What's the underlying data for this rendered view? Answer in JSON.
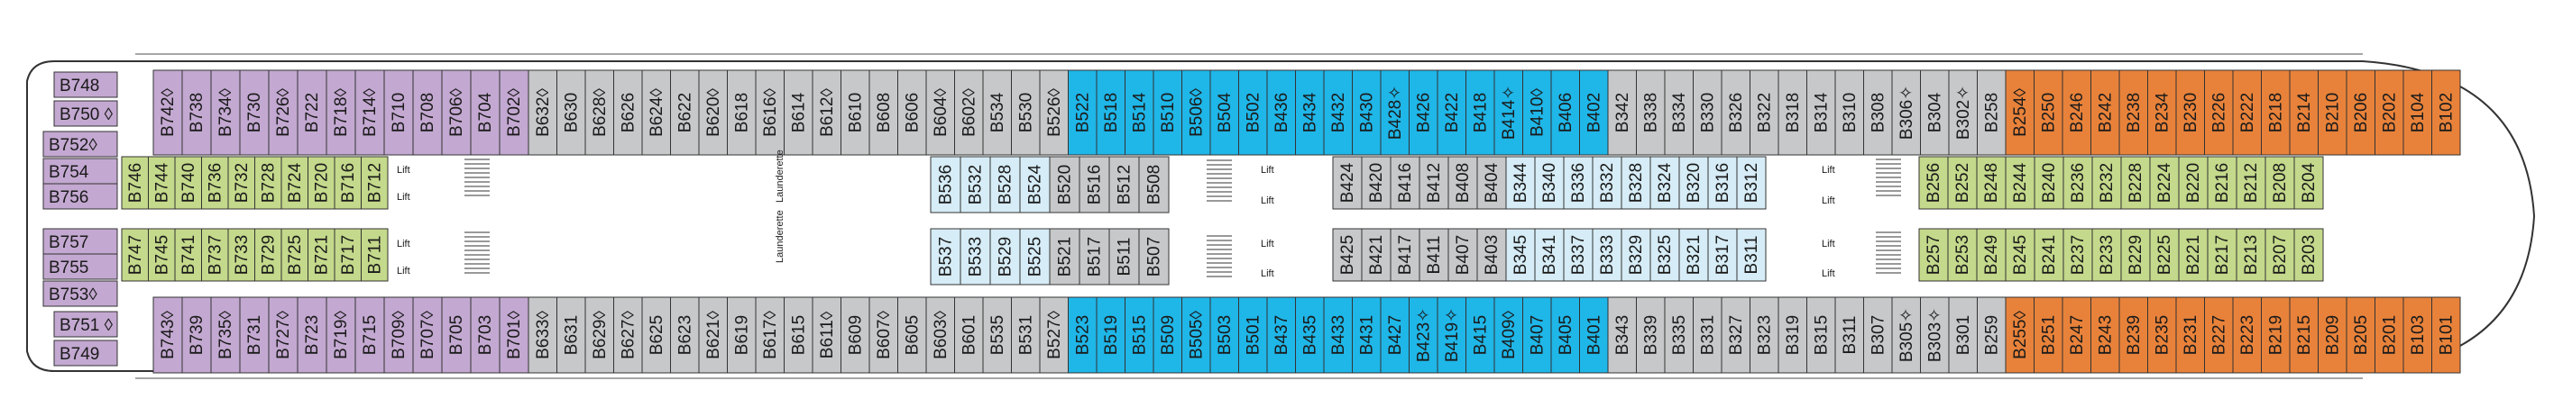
{
  "legend_colors": {
    "purple": "#c3a8d1",
    "gray": "#c7c8ca",
    "cyan": "#1fb6e8",
    "lightblue": "#d6ecf6",
    "green": "#c4d98b",
    "orange": "#e8823a",
    "white": "#ffffff"
  },
  "icons": [
    "stairs-icon",
    "elevator-icon",
    "laundry-room-icon",
    "accessible-icon"
  ],
  "labels": {
    "lift": "Lift",
    "launderette": "Launderette"
  },
  "cabins": {
    "stern_stack": [
      "B748",
      "B750 ◊",
      "B752◊",
      "B754",
      "B756",
      "B757",
      "B755",
      "B753◊",
      "B751 ◊",
      "B749"
    ],
    "top_row": [
      "B742◊",
      "B738",
      "B734◊",
      "B730",
      "B726◊",
      "B722",
      "B718◊",
      "B714◊",
      "B710",
      "B708",
      "B706◊",
      "B704",
      "B702◊",
      "B632◊",
      "B630",
      "B628◊",
      "B626",
      "B624◊",
      "B622",
      "B620◊",
      "B618",
      "B616◊",
      "B614",
      "B612◊",
      "B610",
      "B608",
      "B606",
      "B604◊",
      "B602◊",
      "B534",
      "B530",
      "B526◊",
      "B522",
      "B518",
      "B514",
      "B510",
      "B506◊",
      "B504",
      "B502",
      "B436",
      "B434",
      "B432",
      "B430",
      "B428✧",
      "B426",
      "B422",
      "B418",
      "B414✧",
      "B410◊",
      "B406",
      "B402",
      "B342",
      "B338",
      "B334",
      "B330",
      "B326",
      "B322",
      "B318",
      "B314",
      "B310",
      "B308",
      "B306✧",
      "B304",
      "B302✧",
      "B258",
      "B254◊",
      "B250",
      "B246",
      "B242",
      "B238",
      "B234",
      "B230",
      "B226",
      "B222",
      "B218",
      "B214",
      "B210",
      "B206",
      "B202",
      "B104",
      "B102"
    ],
    "bottom_row": [
      "B743◊",
      "B739",
      "B735◊",
      "B731",
      "B727◊",
      "B723",
      "B719◊",
      "B715",
      "B709◊",
      "B707◊",
      "B705",
      "B703",
      "B701◊",
      "B633◊",
      "B631",
      "B629◊",
      "B627◊",
      "B625",
      "B623",
      "B621◊",
      "B619",
      "B617◊",
      "B615",
      "B611◊",
      "B609",
      "B607◊",
      "B605",
      "B603◊",
      "B601",
      "B535",
      "B531",
      "B527◊",
      "B523",
      "B519",
      "B515",
      "B509",
      "B505◊",
      "B503",
      "B501",
      "B437",
      "B435",
      "B433",
      "B431",
      "B427",
      "B423✧",
      "B419✧",
      "B415",
      "B409◊",
      "B407",
      "B405",
      "B401",
      "B343",
      "B339",
      "B335",
      "B331",
      "B327",
      "B323",
      "B319",
      "B315",
      "B311",
      "B307",
      "B305✧",
      "B303✧",
      "B301",
      "B259",
      "B255◊",
      "B251",
      "B247",
      "B243",
      "B239",
      "B235",
      "B231",
      "B227",
      "B223",
      "B219",
      "B215",
      "B209",
      "B205",
      "B201",
      "B103",
      "B101"
    ],
    "inner_top_aft": [
      "B746",
      "B744",
      "B740",
      "B736",
      "B732",
      "B728",
      "B724",
      "B720",
      "B716",
      "B712"
    ],
    "inner_bottom_aft": [
      "B747",
      "B745",
      "B741",
      "B737",
      "B733",
      "B729",
      "B725",
      "B721",
      "B717",
      "B711"
    ],
    "inner_top_mid": [
      "B536",
      "B532",
      "B528",
      "B524",
      "B520",
      "B516",
      "B512",
      "B508"
    ],
    "inner_bottom_mid": [
      "B537",
      "B533",
      "B529",
      "B525",
      "B521",
      "B517",
      "B511",
      "B507"
    ],
    "inner_top_fwd": [
      "B424",
      "B420",
      "B416",
      "B412",
      "B408",
      "B404",
      "B344",
      "B340",
      "B336",
      "B332",
      "B328",
      "B324",
      "B320",
      "B316",
      "B312"
    ],
    "inner_bottom_fwd": [
      "B425",
      "B421",
      "B417",
      "B411",
      "B407",
      "B403",
      "B345",
      "B341",
      "B337",
      "B333",
      "B329",
      "B325",
      "B321",
      "B317",
      "B311"
    ],
    "inner_top_bow": [
      "B256",
      "B252",
      "B248",
      "B244",
      "B240",
      "B236",
      "B232",
      "B228",
      "B224",
      "B220",
      "B216",
      "B212",
      "B208",
      "B204"
    ],
    "inner_bottom_bow": [
      "B257",
      "B253",
      "B249",
      "B245",
      "B241",
      "B237",
      "B233",
      "B229",
      "B225",
      "B221",
      "B217",
      "B213",
      "B207",
      "B203"
    ]
  }
}
